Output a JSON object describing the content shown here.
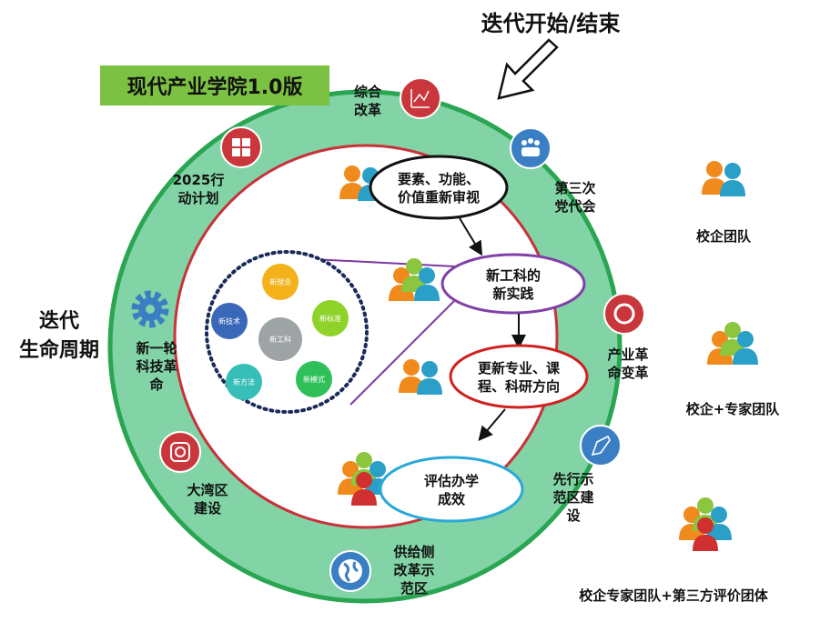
{
  "title_top": "迭代开始/结束",
  "version_badge": "现代产业学院1.0版",
  "lifecycle": [
    "迭代",
    "生命周期"
  ],
  "ring_items": [
    {
      "lines": [
        "综合",
        "改革"
      ],
      "icon": "chart-icon",
      "color": "#c9373c"
    },
    {
      "lines": [
        "2025行",
        "动计划"
      ],
      "icon": "windows-icon",
      "color": "#c9373c"
    },
    {
      "lines": [
        "第三次",
        "党代会"
      ],
      "icon": "people-icon",
      "color": "#3a7fc4"
    },
    {
      "lines": [
        "新一轮",
        "科技革",
        "命"
      ],
      "icon": "gear-icon",
      "color": "#3a7fc4"
    },
    {
      "lines": [
        "产业革",
        "命变革"
      ],
      "icon": "camera-aperture-icon",
      "color": "#c9373c"
    },
    {
      "lines": [
        "大湾区",
        "建设"
      ],
      "icon": "instagram-icon",
      "color": "#c9373c"
    },
    {
      "lines": [
        "先行示",
        "范区建",
        "设"
      ],
      "icon": "pen-icon",
      "color": "#3a7fc4"
    },
    {
      "lines": [
        "供给侧",
        "改革示",
        "范区"
      ],
      "icon": "globe-icon",
      "color": "#3a7fc4"
    }
  ],
  "steps": [
    {
      "lines": [
        "要素、功能、",
        "价值重新审视"
      ],
      "color": "#111111"
    },
    {
      "lines": [
        "新工科的",
        "新实践"
      ],
      "color": "#8040a8"
    },
    {
      "lines": [
        "更新专业、课",
        "程、科研方向"
      ],
      "color": "#d02020"
    },
    {
      "lines": [
        "评估办学",
        "成效"
      ],
      "color": "#2aa8d8"
    }
  ],
  "mini_diagram": {
    "center": "新工科",
    "nodes": [
      "新理念",
      "新标准",
      "新模式",
      "新方法",
      "新技术"
    ]
  },
  "teams": [
    "校企团队",
    "校企+专家团队",
    "校企专家团队+第三方评价团体"
  ],
  "colors": {
    "ring": "#82d4a6",
    "ring_border": "#2aa552",
    "inner_border": "#c8323a",
    "badge": "#7cc242"
  }
}
